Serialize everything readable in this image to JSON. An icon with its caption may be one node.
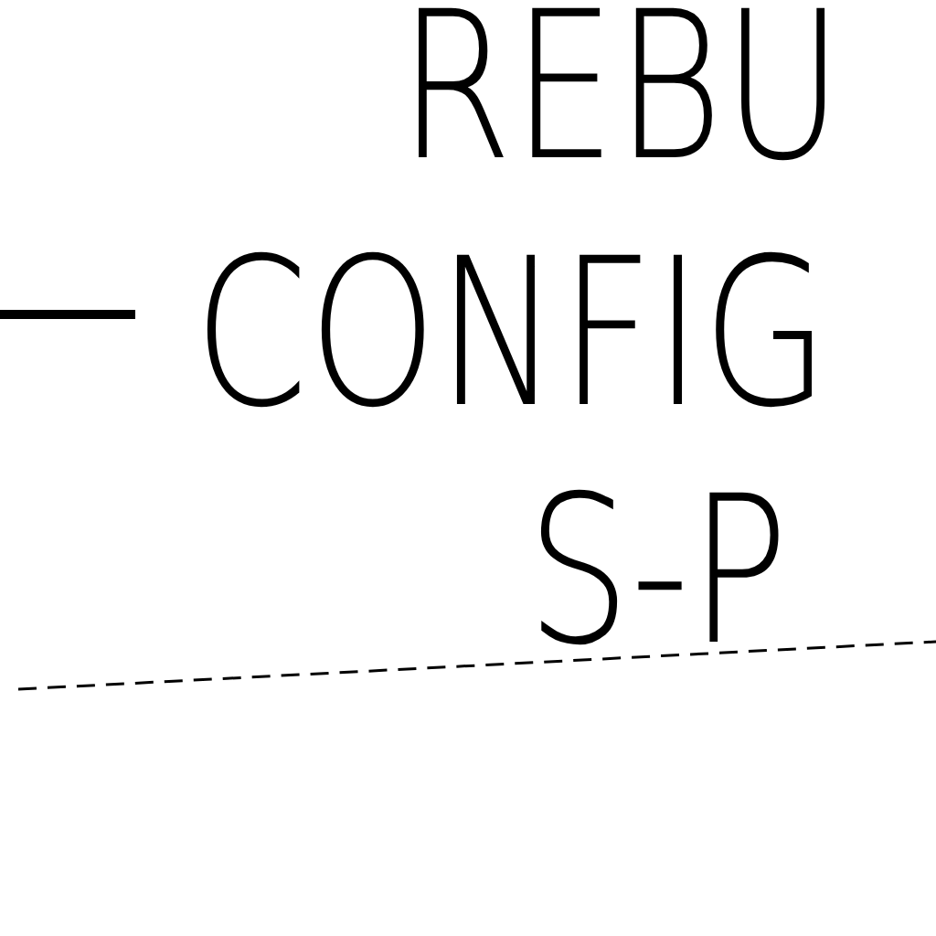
{
  "diagram": {
    "labels": [
      "REBU",
      "CONFIG",
      "S-P"
    ]
  }
}
